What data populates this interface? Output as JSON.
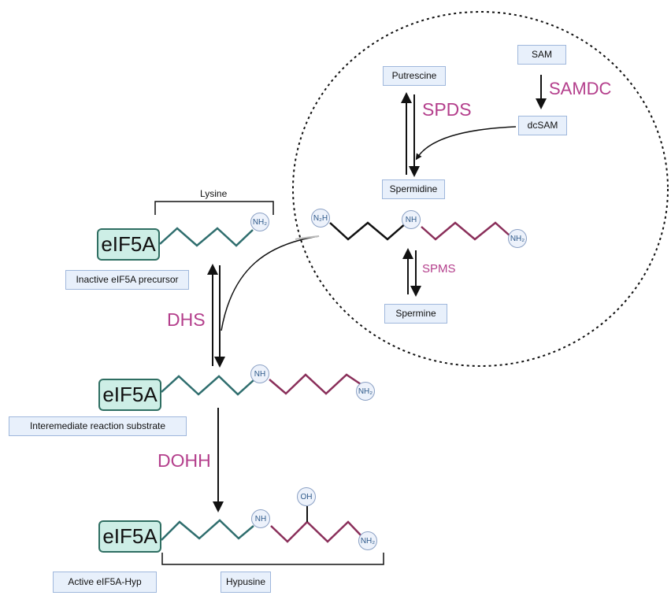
{
  "title": "eIF5A hypusination pathway",
  "colors": {
    "enzyme": "#b43f8c",
    "lysine_chain": "#2f6e6e",
    "spermidine_chain": "#8a2f5a",
    "protein_fill": "#cdeee6",
    "label_fill": "#e8f0fb"
  },
  "polyamine": {
    "sam": "SAM",
    "samdc": "SAMDC",
    "dcsam": "dcSAM",
    "putrescine": "Putrescine",
    "spds": "SPDS",
    "spermidine": "Spermidine",
    "spms": "SPMS",
    "spermine": "Spermine",
    "spd_atoms": {
      "n2h": "N₂H",
      "nh": "NH",
      "nh2": "NH₂"
    }
  },
  "stage1": {
    "protein": "eIF5A",
    "bracket_label": "Lysine",
    "nh2": "NH₂",
    "caption": "Inactive eIF5A precursor"
  },
  "dhs": "DHS",
  "stage2": {
    "protein": "eIF5A",
    "nh": "NH",
    "nh2": "NH₂",
    "caption": "Interemediate reaction substrate"
  },
  "dohh": "DOHH",
  "stage3": {
    "protein": "eIF5A",
    "nh": "NH",
    "oh": "OH",
    "nh2": "NH₂",
    "caption": "Active eIF5A-Hyp",
    "bracket_label": "Hypusine"
  }
}
